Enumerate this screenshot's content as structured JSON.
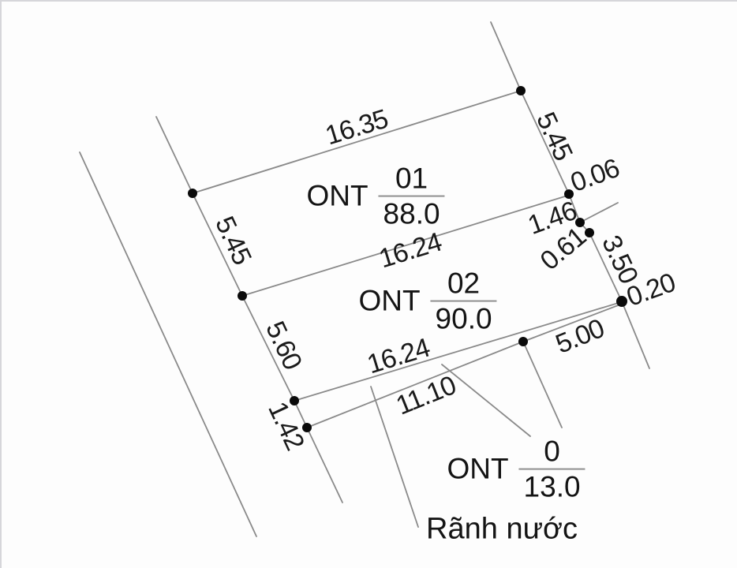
{
  "drawing": {
    "type": "cadastral-parcel-sketch",
    "colors": {
      "background": "#fdfdfd",
      "line": "#8a8a8a",
      "survey_point": "#0a0a0a",
      "text": "#161616",
      "photo_edge": "#d6d6da"
    },
    "plots": [
      {
        "land_use": "ONT",
        "number": "01",
        "area": "88.0"
      },
      {
        "land_use": "ONT",
        "number": "02",
        "area": "90.0"
      },
      {
        "land_use": "ONT",
        "number": "0",
        "area": "13.0"
      }
    ],
    "dimensions": {
      "top_edge": "16.35",
      "right_edge_plot01": "5.45",
      "left_edge_plot01": "5.45",
      "divider_plot01_02": "16.24",
      "jog_at_divider": "0.06",
      "right_seg_a": "1.46",
      "right_seg_b": "0.61",
      "right_seg_c": "3.50",
      "jog_at_bottom_corner": "0.20",
      "left_edge_plot02": "5.60",
      "bottom_edge_plot02": "16.24",
      "left_seg_below": "1.42",
      "ditch_seg_left": "11.10",
      "ditch_seg_right": "5.00"
    },
    "annotations": {
      "ditch_label": "Rãnh nước"
    }
  }
}
